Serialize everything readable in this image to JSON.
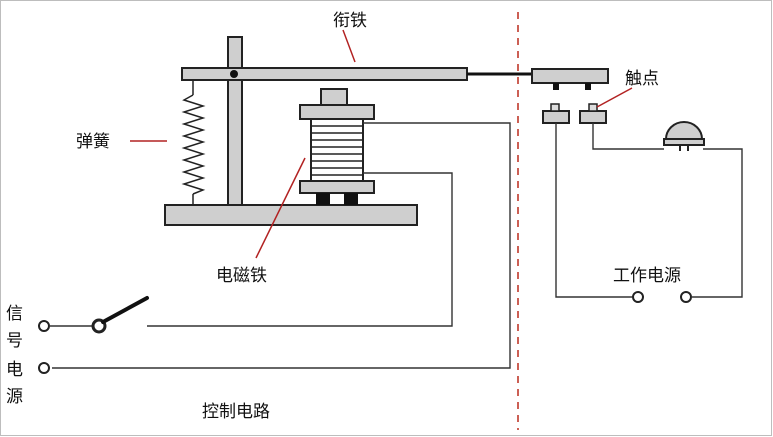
{
  "labels": {
    "armature": "衔铁",
    "spring": "弹簧",
    "contacts": "触点",
    "electromagnet": "电磁铁",
    "work_power": "工作电源",
    "control_circuit": "控制电路",
    "signal_power": [
      "信",
      "号",
      "电",
      "源"
    ]
  },
  "colors": {
    "line": "#222222",
    "fill": "#cfcfcf",
    "leader": "#b22222",
    "divider": "#c0392b",
    "frame": "#bdbdbd"
  }
}
